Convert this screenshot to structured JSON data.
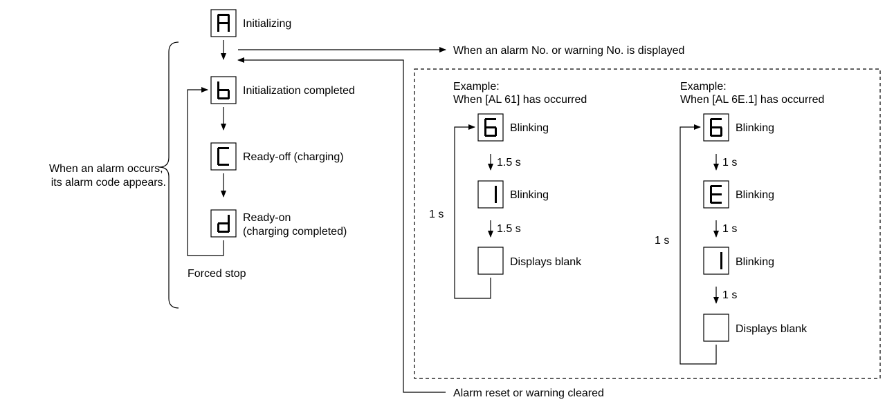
{
  "status_sequence": [
    {
      "code": "A",
      "label": "Initializing"
    },
    {
      "code": "b",
      "label": "Initialization completed"
    },
    {
      "code": "C",
      "label": "Ready-off (charging)"
    },
    {
      "code": "d",
      "label": "Ready-on\n(charging completed)"
    }
  ],
  "forced_stop_label": "Forced stop",
  "alarm_note": "When an alarm occurs,\nits alarm code appears.",
  "alarm_displayed_label": "When an alarm No. or warning No. is displayed",
  "alarm_reset_label": "Alarm reset or warning cleared",
  "example_1": {
    "title": "Example:\nWhen [AL 61] has occurred",
    "loop_interval": "1 s",
    "steps": [
      {
        "digit": "6",
        "label": "Blinking",
        "interval": "1.5 s"
      },
      {
        "digit": "1",
        "label": "Blinking",
        "interval": "1.5 s"
      },
      {
        "digit": "",
        "label": "Displays blank"
      }
    ]
  },
  "example_2": {
    "title": "Example:\nWhen [AL 6E.1] has occurred",
    "loop_interval": "1 s",
    "steps": [
      {
        "digit": "6",
        "label": "Blinking",
        "interval": "1 s"
      },
      {
        "digit": "E",
        "label": "Blinking",
        "interval": "1 s"
      },
      {
        "digit": "1",
        "label": "Blinking",
        "interval": "1 s"
      },
      {
        "digit": "",
        "label": "Displays blank"
      }
    ]
  }
}
